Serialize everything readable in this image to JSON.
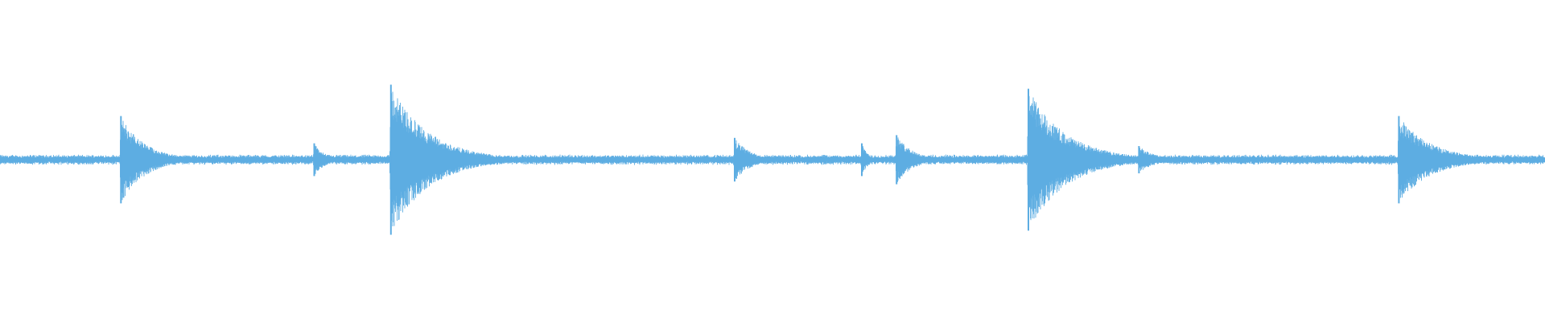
{
  "waveform": {
    "color": "#5dade2",
    "background": "#ffffff",
    "baseline_amplitude": 0.03,
    "transients": [
      {
        "time": 0.0783,
        "peak": 0.32,
        "decay": 0.045,
        "kind": "hit"
      },
      {
        "time": 0.2034,
        "peak": 0.12,
        "decay": 0.02,
        "kind": "soft"
      },
      {
        "time": 0.253,
        "peak": 0.55,
        "decay": 0.07,
        "kind": "hit"
      },
      {
        "time": 0.4755,
        "peak": 0.16,
        "decay": 0.03,
        "kind": "soft"
      },
      {
        "time": 0.5578,
        "peak": 0.12,
        "decay": 0.012,
        "kind": "soft"
      },
      {
        "time": 0.5803,
        "peak": 0.18,
        "decay": 0.03,
        "kind": "soft"
      },
      {
        "time": 0.6656,
        "peak": 0.52,
        "decay": 0.07,
        "kind": "hit"
      },
      {
        "time": 0.7372,
        "peak": 0.1,
        "decay": 0.03,
        "kind": "soft"
      },
      {
        "time": 0.9054,
        "peak": 0.32,
        "decay": 0.06,
        "kind": "hit"
      }
    ]
  }
}
